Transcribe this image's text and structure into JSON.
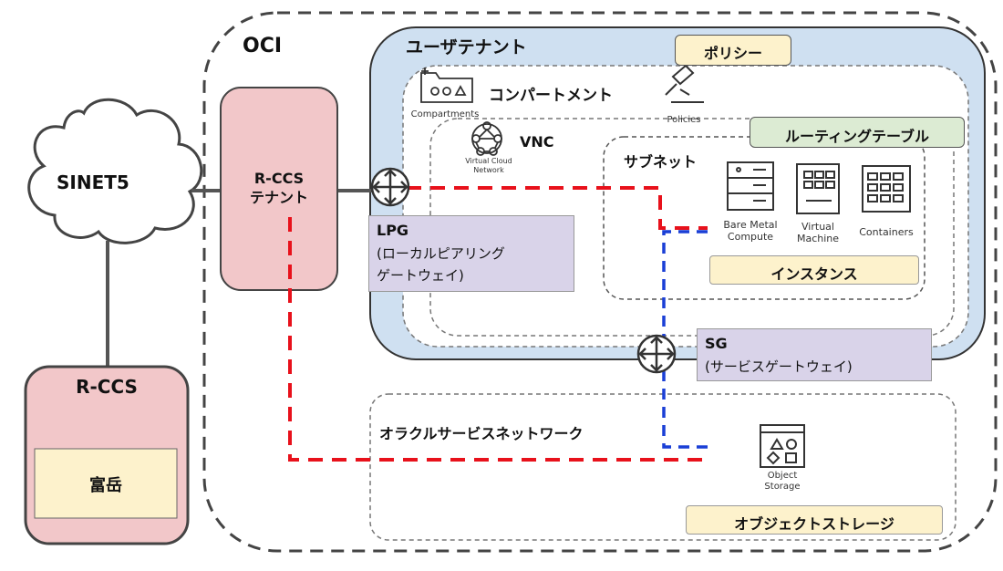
{
  "oci": {
    "label": "OCI"
  },
  "sinet": {
    "label": "SINET5"
  },
  "rccs_tenant": {
    "line1": "R-CCS",
    "line2": "テナント"
  },
  "rccs": {
    "label": "R-CCS",
    "fugaku": "富岳"
  },
  "user_tenant": {
    "label": "ユーザテナント"
  },
  "policy": {
    "label": "ポリシー",
    "icon_caption": "Policies",
    "icon": "gavel-icon"
  },
  "compartment": {
    "label": "コンパートメント",
    "icon_caption": "Compartments",
    "icon": "folder-icon"
  },
  "vnc": {
    "label": "VNC",
    "icon_caption_1": "Virtual Cloud",
    "icon_caption_2": "Network",
    "icon": "network-icon"
  },
  "routing_table": {
    "label": "ルーティングテーブル"
  },
  "subnet": {
    "label": "サブネット"
  },
  "instances": {
    "label": "インスタンス",
    "bare_metal_1": "Bare Metal",
    "bare_metal_2": "Compute",
    "vm_1": "Virtual",
    "vm_2": "Machine",
    "containers": "Containers"
  },
  "lpg": {
    "title": "LPG",
    "line2": "(ローカルピアリング",
    "line3": "ゲートウェイ)",
    "icon": "router-icon"
  },
  "sg": {
    "title": "SG",
    "line2": "(サービスゲートウェイ)",
    "icon": "router-icon"
  },
  "oracle_network": {
    "label": "オラクルサービスネットワーク"
  },
  "object_storage": {
    "caption_1": "Object",
    "caption_2": "Storage",
    "label": "オブジェクトストレージ",
    "icon": "storage-icon"
  },
  "colors": {
    "red_path": "#e8111b",
    "blue_path": "#1a3fd6",
    "tenant_blue": "#cfe0f1",
    "rccs_pink": "#f2c7c9",
    "yellow": "#fdf2cc",
    "green": "#dcebd3",
    "purple": "#d9d3e9"
  }
}
